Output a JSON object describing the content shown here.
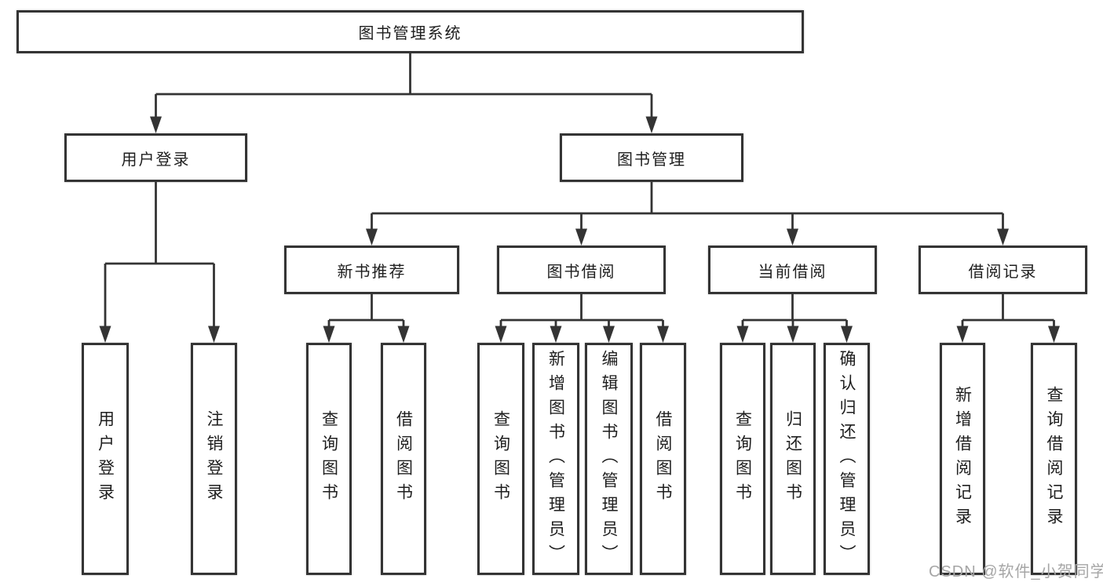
{
  "diagram": {
    "tree": {
      "root": {
        "label": "图书管理系统",
        "children": [
          {
            "label": "用户登录",
            "children": [
              {
                "label": "用户登录"
              },
              {
                "label": "注销登录"
              }
            ]
          },
          {
            "label": "图书管理",
            "children": [
              {
                "label": "新书推荐",
                "children": [
                  {
                    "label": "查询图书"
                  },
                  {
                    "label": "借阅图书"
                  }
                ]
              },
              {
                "label": "图书借阅",
                "children": [
                  {
                    "label": "查询图书"
                  },
                  {
                    "label": "新增图书（管理员）"
                  },
                  {
                    "label": "编辑图书（管理员）"
                  },
                  {
                    "label": "借阅图书"
                  }
                ]
              },
              {
                "label": "当前借阅",
                "children": [
                  {
                    "label": "查询图书"
                  },
                  {
                    "label": "归还图书"
                  },
                  {
                    "label": "确认归还（管理员）"
                  }
                ]
              },
              {
                "label": "借阅记录",
                "children": [
                  {
                    "label": "新增借阅记录"
                  },
                  {
                    "label": "查询借阅记录"
                  }
                ]
              }
            ]
          }
        ]
      }
    },
    "watermark": "CSDN @软件_小贺同学",
    "colors": {
      "line": "#343434",
      "box_border": "#343434",
      "box_fill": "#ffffff",
      "text": "#1e1e1e",
      "watermark": "#a6a6a6",
      "background": "#ffffff"
    }
  }
}
